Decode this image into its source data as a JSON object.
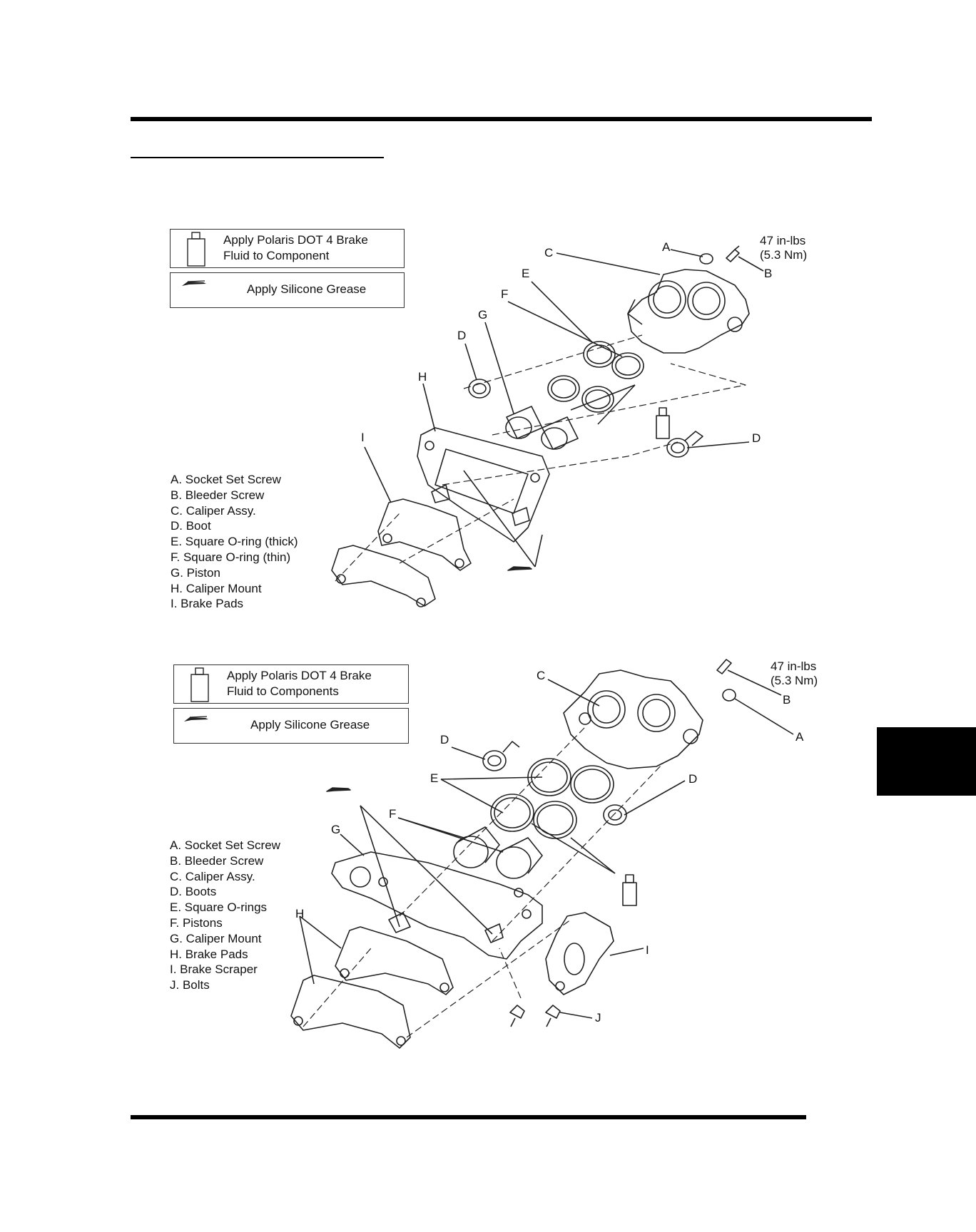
{
  "figure1": {
    "legend": {
      "fluid_line1": "Apply Polaris DOT 4 Brake",
      "fluid_line2": "Fluid to Component",
      "grease": "Apply Silicone Grease"
    },
    "torque_line1": "47 in-lbs",
    "torque_line2": "(5.3 Nm)",
    "callouts": [
      "A",
      "B",
      "C",
      "D",
      "D",
      "E",
      "F",
      "G",
      "H",
      "I"
    ],
    "parts": [
      "A. Socket Set Screw",
      "B. Bleeder Screw",
      "C. Caliper Assy.",
      "D. Boot",
      "E. Square O-ring (thick)",
      "F. Square O-ring (thin)",
      "G. Piston",
      "H. Caliper Mount",
      "I. Brake Pads"
    ]
  },
  "figure2": {
    "legend": {
      "fluid_line1": "Apply Polaris DOT 4 Brake",
      "fluid_line2": "Fluid to Components",
      "grease": "Apply Silicone Grease"
    },
    "torque_line1": "47 in-lbs",
    "torque_line2": "(5.3 Nm)",
    "callouts": [
      "C",
      "B",
      "A",
      "D",
      "D",
      "E",
      "F",
      "G",
      "H",
      "I",
      "J"
    ],
    "parts": [
      "A. Socket Set Screw",
      "B. Bleeder Screw",
      "C. Caliper Assy.",
      "D. Boots",
      "E. Square O-rings",
      "F. Pistons",
      "G. Caliper Mount",
      "H. Brake Pads",
      "I. Brake Scraper",
      "J. Bolts"
    ]
  }
}
